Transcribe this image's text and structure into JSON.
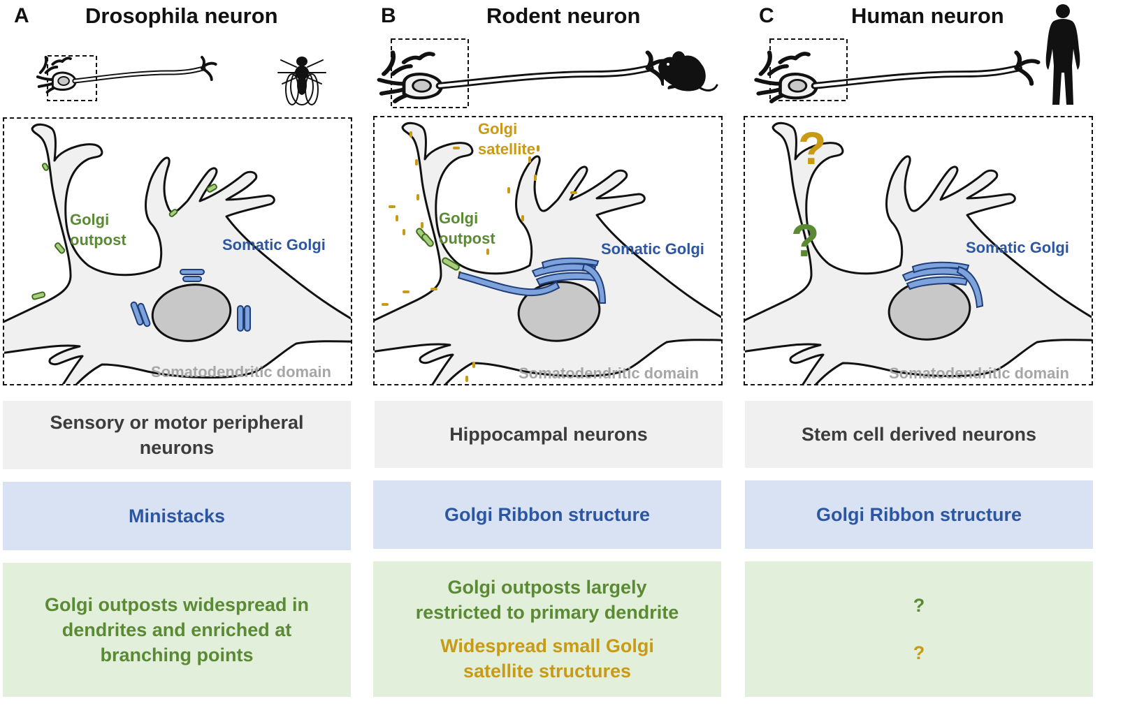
{
  "panels": [
    {
      "letter": "A",
      "title": "Drosophila neuron",
      "organism_icon": "fly-icon",
      "labels": {
        "outpost": [
          "Golgi",
          "outpost"
        ],
        "somatic": "Somatic Golgi",
        "domain": "Somatodendritic domain"
      },
      "cell_type": [
        "Sensory or motor peripheral",
        "neurons"
      ],
      "golgi_structure": "Ministacks",
      "distribution": {
        "green": [
          "Golgi outposts widespread in",
          "dendrites and enriched at",
          "branching points"
        ],
        "gold": []
      }
    },
    {
      "letter": "B",
      "title": "Rodent neuron",
      "organism_icon": "mouse-icon",
      "labels": {
        "satellite": [
          "Golgi",
          "satellite"
        ],
        "outpost": [
          "Golgi",
          "outpost"
        ],
        "somatic": "Somatic Golgi",
        "domain": "Somatodendritic domain"
      },
      "cell_type": [
        "Hippocampal neurons"
      ],
      "golgi_structure": "Golgi Ribbon structure",
      "distribution": {
        "green": [
          "Golgi outposts largely",
          "restricted to primary dendrite"
        ],
        "gold": [
          "Widespread small Golgi",
          "satellite structures"
        ]
      }
    },
    {
      "letter": "C",
      "title": "Human neuron",
      "organism_icon": "human-icon",
      "labels": {
        "q_gold": "?",
        "q_green": "?",
        "somatic": "Somatic Golgi",
        "domain": "Somatodendritic domain"
      },
      "cell_type": [
        "Stem cell derived neurons"
      ],
      "golgi_structure": "Golgi Ribbon structure",
      "distribution": {
        "green": [
          "?"
        ],
        "gold": [
          "?"
        ]
      }
    }
  ],
  "colors": {
    "outpost_green": "#5a8a34",
    "outpost_fill": "#a9cf7e",
    "somatic_blue": "#2d56a0",
    "somatic_fill": "#7ea2dc",
    "satellite_gold": "#c89a16",
    "domain_grey": "#a6a6a6",
    "cell_fill": "#f0f0f0",
    "nucleus_fill": "#c8c8c8"
  }
}
